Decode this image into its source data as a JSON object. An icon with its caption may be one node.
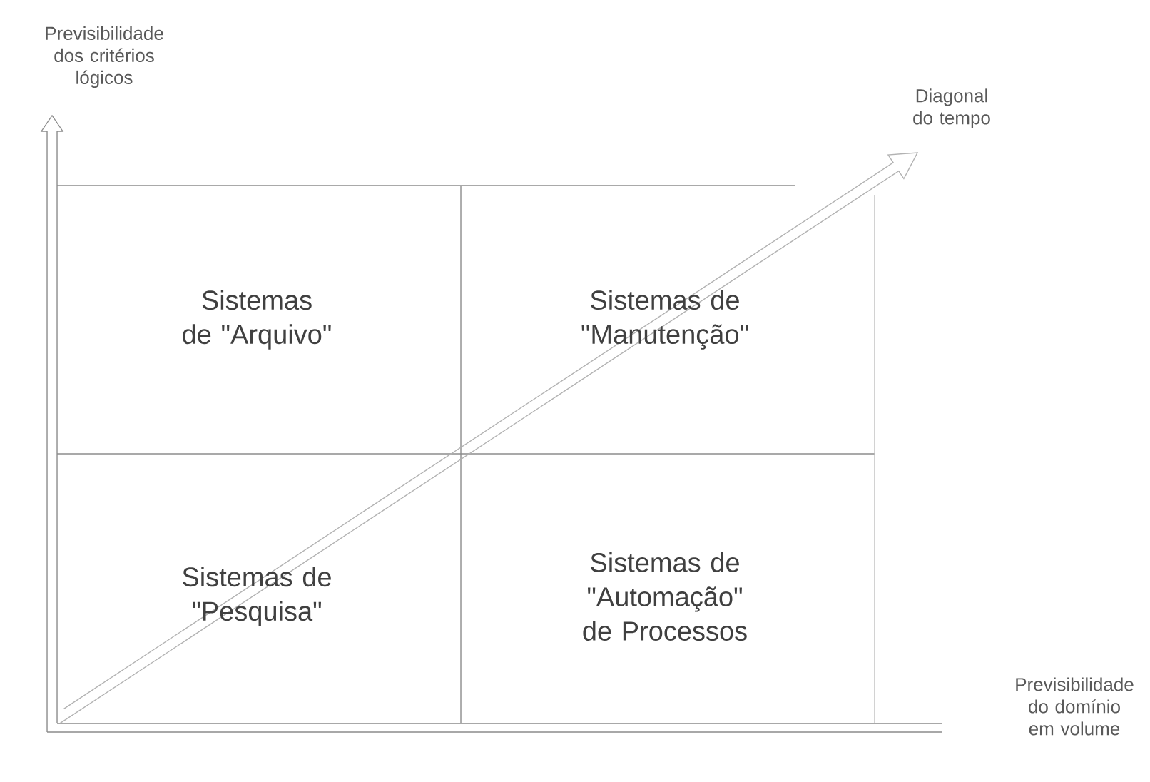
{
  "diagram": {
    "nodes": [
      {
        "text": [
          "Sistemas de \"Arquivo\""
        ]
      },
      {
        "text": [
          "Sistemas de \"Manutenção\""
        ]
      },
      {
        "text": [
          "Sistemas de \"Pesquisa\""
        ]
      },
      {
        "text": [
          "Sistemas de \"Automação\" de Processos"
        ]
      }
    ],
    "edges": [],
    "labels": [
      "Previsibilidade dos critérios lógicos",
      "Diagonal do tempo",
      "Previsibilidade do domínio em volume"
    ]
  }
}
